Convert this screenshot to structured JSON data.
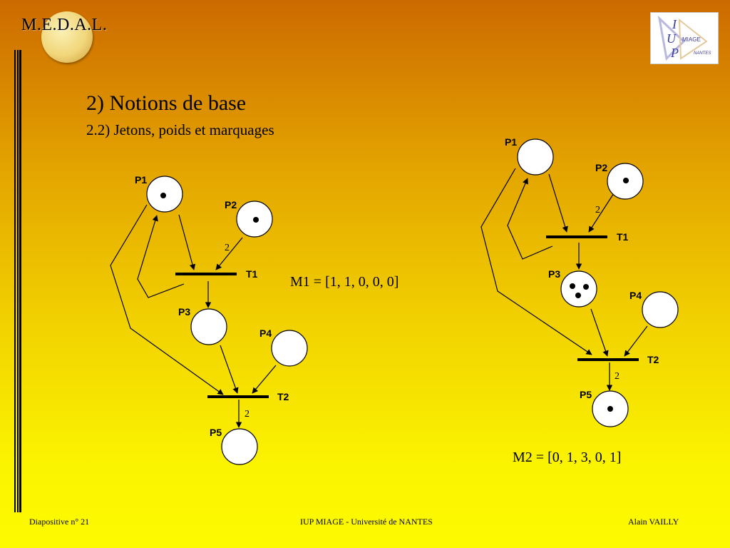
{
  "header": {
    "brand": "M.E.D.A.L."
  },
  "logo": {
    "letters": [
      "I",
      "U",
      "P"
    ],
    "words": [
      "MIAGE",
      "NANTES"
    ]
  },
  "slide": {
    "title": "2) Notions de base",
    "subtitle": "2.2) Jetons, poids et marquages"
  },
  "left_net": {
    "places": [
      {
        "label": "P1",
        "tokens": 1
      },
      {
        "label": "P2",
        "tokens": 1
      },
      {
        "label": "P3",
        "tokens": 0
      },
      {
        "label": "P4",
        "tokens": 0
      },
      {
        "label": "P5",
        "tokens": 0
      }
    ],
    "transitions": [
      {
        "label": "T1"
      },
      {
        "label": "T2"
      }
    ],
    "weights": [
      "2",
      "2"
    ],
    "marking": "M1 = [1, 1, 0, 0, 0]"
  },
  "right_net": {
    "places": [
      {
        "label": "P1",
        "tokens": 0
      },
      {
        "label": "P2",
        "tokens": 1
      },
      {
        "label": "P3",
        "tokens": 3
      },
      {
        "label": "P4",
        "tokens": 0
      },
      {
        "label": "P5",
        "tokens": 1
      }
    ],
    "transitions": [
      {
        "label": "T1"
      },
      {
        "label": "T2"
      }
    ],
    "weights": [
      "2",
      "2"
    ],
    "marking": "M2 = [0, 1, 3, 0, 1]"
  },
  "footer": {
    "left": "Diapositive n° 21",
    "center": "IUP MIAGE - Université de NANTES",
    "right": "Alain VAILLY"
  }
}
